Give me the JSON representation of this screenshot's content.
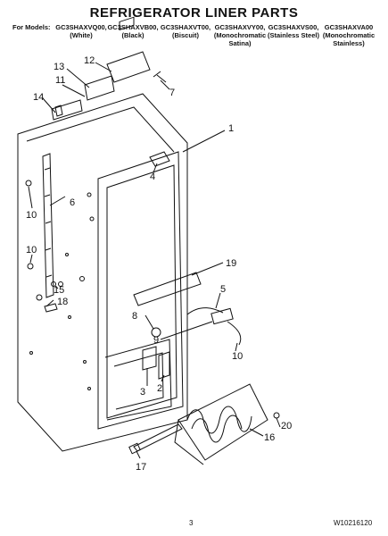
{
  "header": {
    "title": "REFRIGERATOR LINER PARTS",
    "for_models_label": "For Models:"
  },
  "models": [
    {
      "code": "GC3SHAXVQ00,",
      "color": "(White)"
    },
    {
      "code": "GC3SHAXVB00,",
      "color": "(Black)"
    },
    {
      "code": "GC3SHAXVT00,",
      "color": "(Biscuit)"
    },
    {
      "code": "GC3SHAXVY00,",
      "color": "(Monochromatic Satina)"
    },
    {
      "code": "GC3SHAXVS00,",
      "color": "(Stainless Steel)"
    },
    {
      "code": "GC3SHAXVA00",
      "color": "(Monochromatic Stainless)"
    }
  ],
  "callouts": [
    "1",
    "3",
    "4",
    "5",
    "6",
    "7",
    "8",
    "9",
    "10",
    "10",
    "10",
    "11",
    "12",
    "13",
    "14",
    "15",
    "16",
    "17",
    "18",
    "19",
    "2",
    "20"
  ],
  "footer": {
    "page": "3",
    "doc_code": "W10216120"
  },
  "colors": {
    "line": "#111111",
    "paper": "#ffffff"
  }
}
